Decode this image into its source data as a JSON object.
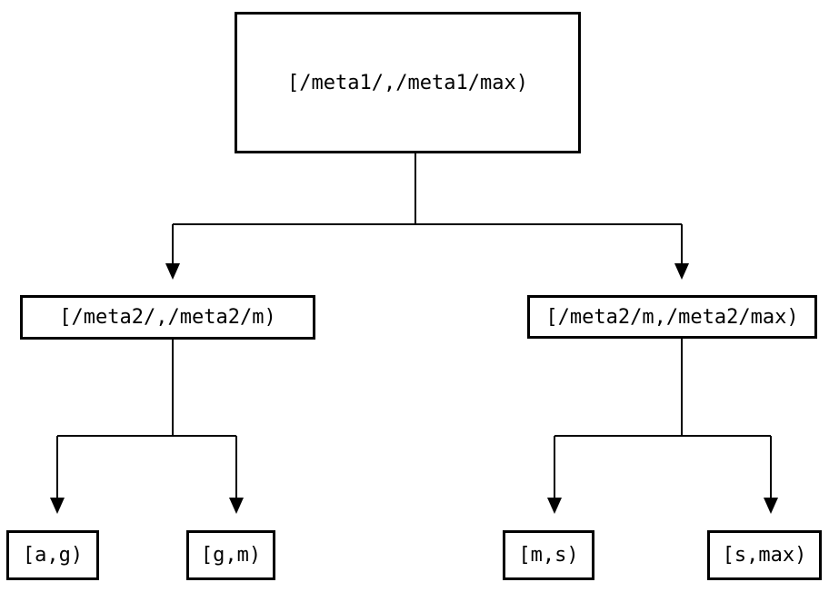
{
  "tree": {
    "root": {
      "label": "[/meta1/,/meta1/max)"
    },
    "children": [
      {
        "label": "[/meta2/,/meta2/m)",
        "children": [
          {
            "label": "[a,g)"
          },
          {
            "label": "[g,m)"
          }
        ]
      },
      {
        "label": "[/meta2/m,/meta2/max)",
        "children": [
          {
            "label": "[m,s)"
          },
          {
            "label": "[s,max)"
          }
        ]
      }
    ]
  },
  "colors": {
    "background": "#ffffff",
    "line": "#000000",
    "box_border": "#000000",
    "text": "#000000"
  }
}
